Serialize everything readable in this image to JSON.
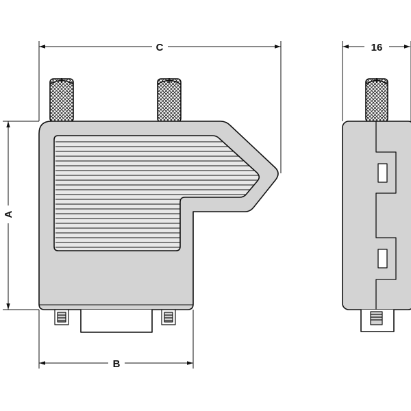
{
  "dimensions": {
    "a": "A",
    "b": "B",
    "c": "C",
    "width": "16"
  },
  "colors": {
    "outline": "#111111",
    "body_fill": "#d3d3d3",
    "grip_fill": "#e8e8e8",
    "background": "#ffffff"
  }
}
